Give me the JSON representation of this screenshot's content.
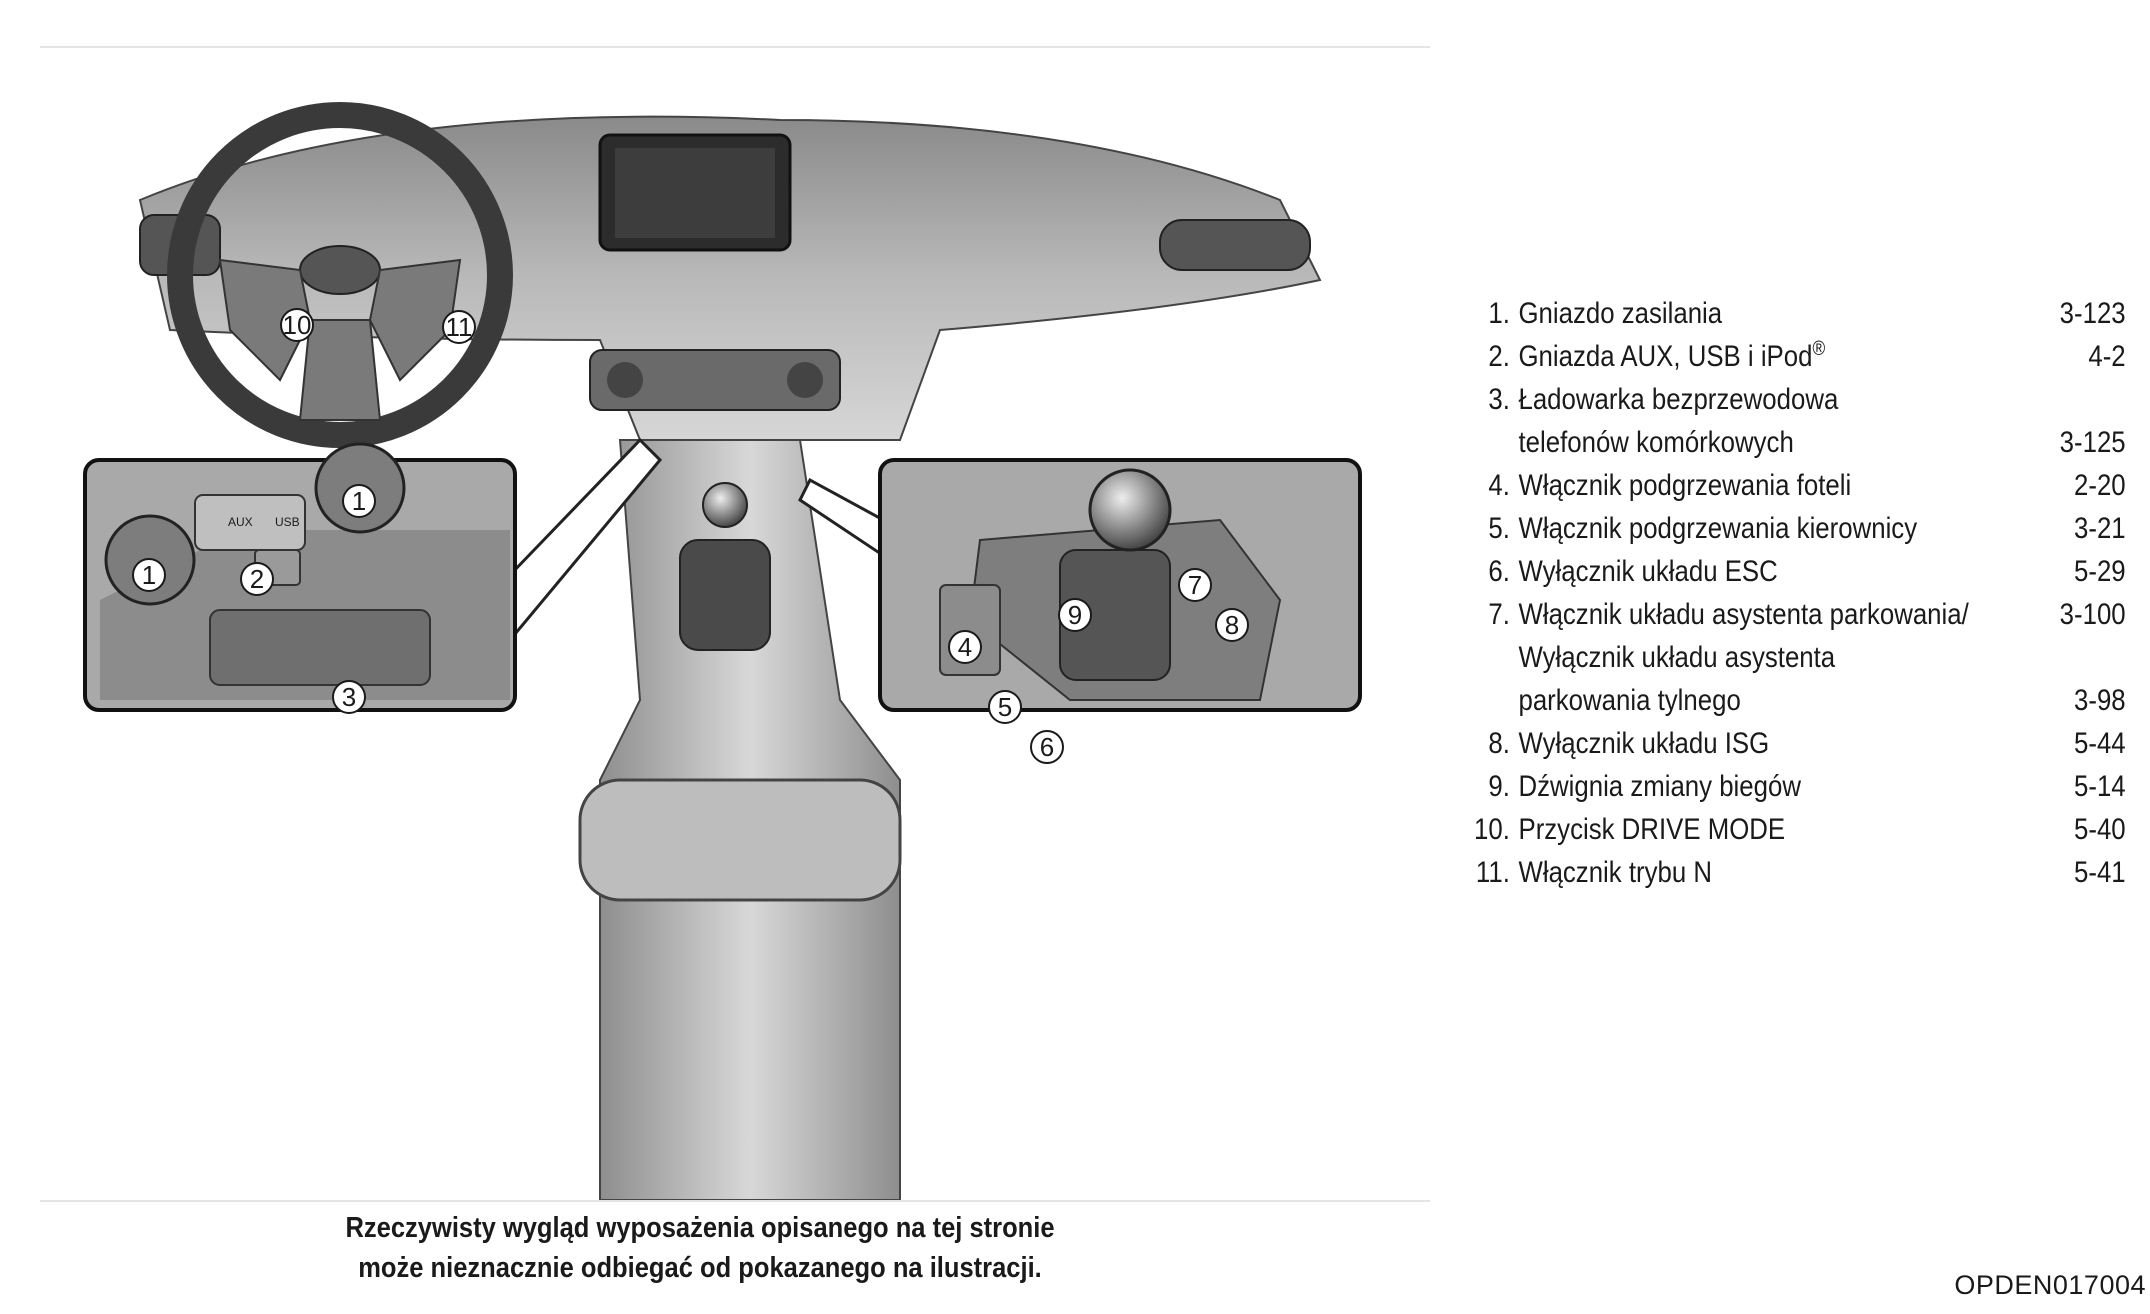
{
  "items": [
    {
      "num": "1.",
      "label": "Gniazdo zasilania",
      "page": "3-123"
    },
    {
      "num": "2.",
      "label": "Gniazda AUX, USB i iPod",
      "sup": "®",
      "page": "4-2"
    },
    {
      "num": "3.",
      "label": "Ładowarka bezprzewodowa telefonów komórkowych",
      "page": "3-125"
    },
    {
      "num": "4.",
      "label": "Włącznik podgrzewania foteli",
      "page": "2-20"
    },
    {
      "num": "5.",
      "label": "Włącznik podgrzewania kierownicy",
      "page": "3-21"
    },
    {
      "num": "6.",
      "label": "Wyłącznik układu ESC",
      "page": "5-29"
    },
    {
      "num": "7.",
      "label": "Włącznik układu asystenta parkowania/",
      "page": "3-100"
    },
    {
      "num": "",
      "label": "Wyłącznik układu asystenta parkowania tylnego",
      "page": "3-98"
    },
    {
      "num": "8.",
      "label": "Wyłącznik układu ISG",
      "page": "5-44"
    },
    {
      "num": "9.",
      "label": "Dźwignia zmiany biegów",
      "page": "5-14"
    },
    {
      "num": "10.",
      "label": "Przycisk DRIVE MODE",
      "page": "5-40"
    },
    {
      "num": "11.",
      "label": "Włącznik trybu N",
      "page": "5-41"
    }
  ],
  "callouts": [
    "1",
    "2",
    "3",
    "4",
    "5",
    "6",
    "7",
    "8",
    "9",
    "10",
    "11"
  ],
  "panel_labels": {
    "aux": "AUX",
    "usb": "USB"
  },
  "caption": {
    "line1": "Rzeczywisty wygląd wyposażenia opisanego na tej stronie",
    "line2": "może nieznacznie odbiegać od pokazanego na ilustracji."
  },
  "image_code": "OPDEN017004"
}
